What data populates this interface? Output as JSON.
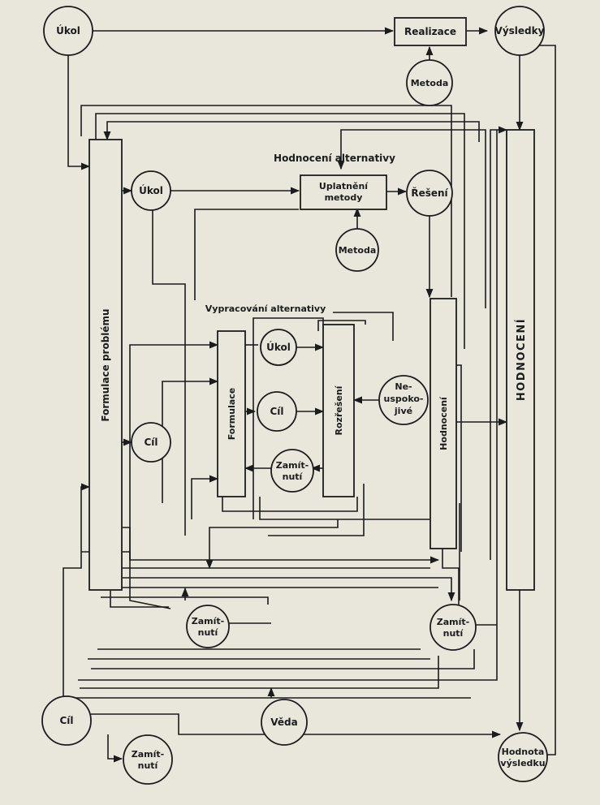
{
  "nodes": {
    "ukol_top": "Úkol",
    "realizace": "Realizace",
    "vysledky": "Výsledky",
    "metoda_top": "Metoda",
    "hodnoceni_alt_title": "Hodnocení alternativy",
    "ukol_mid": "Úkol",
    "uplatneni_1": "Uplatnění",
    "uplatneni_2": "metody",
    "reseni": "Řešení",
    "metoda_mid": "Metoda",
    "vypracovani_title": "Vypracování alternativy",
    "formulace_problemu": "Formulace problému",
    "formulace": "Formulace",
    "rozreseni": "Rozřešení",
    "hodnoceni_inner": "Hodnocení",
    "hodnoceni_big": "HODNOCENÍ",
    "ukol_inner": "Úkol",
    "cil_inner": "Cíl",
    "zamitnuti_inner_1": "Zamít-",
    "zamitnuti_inner_2": "nutí",
    "neuspokojive_1": "Ne-",
    "neuspokojive_2": "uspoko-",
    "neuspokojive_3": "jivé",
    "cil_left": "Cíl",
    "zamitnuti_left_1": "Zamít-",
    "zamitnuti_left_2": "nutí",
    "zamitnuti_right_1": "Zamít-",
    "zamitnuti_right_2": "nutí",
    "cil_bottom": "Cíl",
    "veda": "Věda",
    "zamitnuti_bottom_1": "Zamít-",
    "zamitnuti_bottom_2": "nutí",
    "hodnota_1": "Hodnota",
    "hodnota_2": "výsledku"
  }
}
